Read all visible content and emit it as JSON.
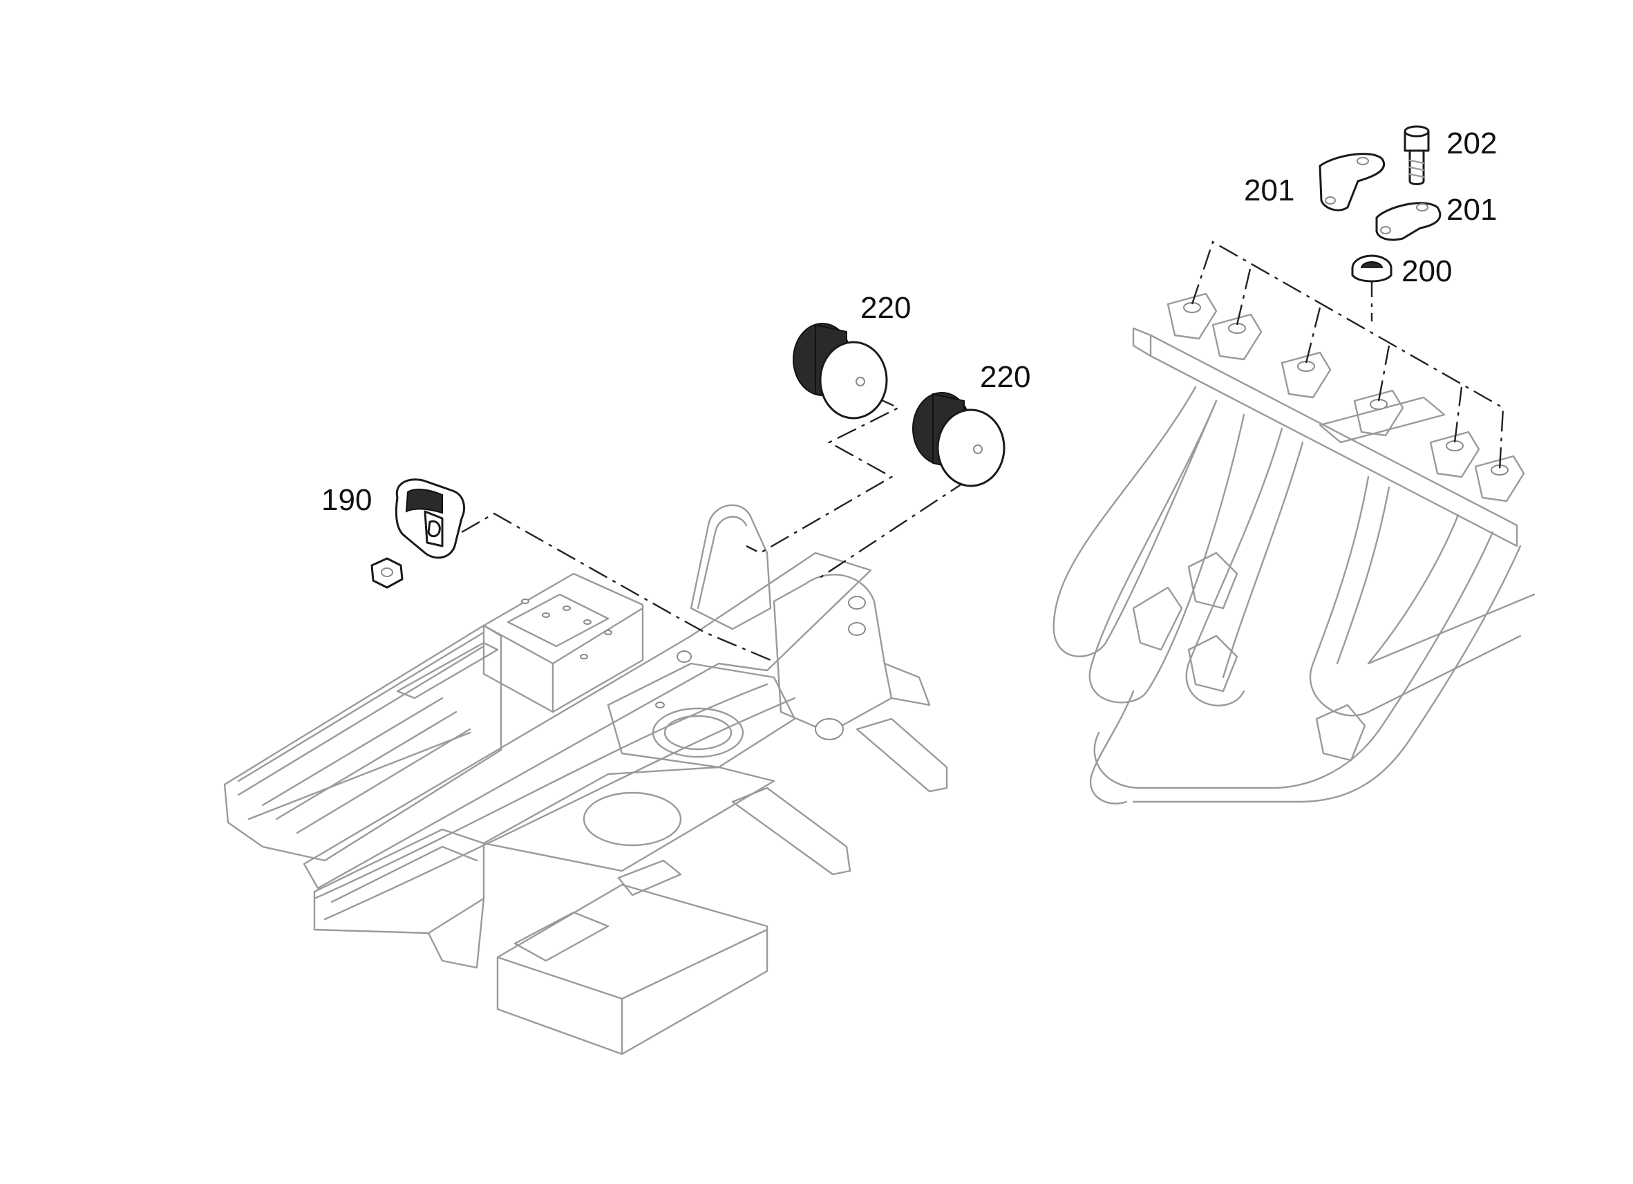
{
  "callouts": [
    {
      "id": "190",
      "text": "190"
    },
    {
      "id": "220a",
      "text": "220"
    },
    {
      "id": "220b",
      "text": "220"
    },
    {
      "id": "200",
      "text": "200"
    },
    {
      "id": "201a",
      "text": "201"
    },
    {
      "id": "201b",
      "text": "201"
    },
    {
      "id": "202",
      "text": "202"
    }
  ]
}
